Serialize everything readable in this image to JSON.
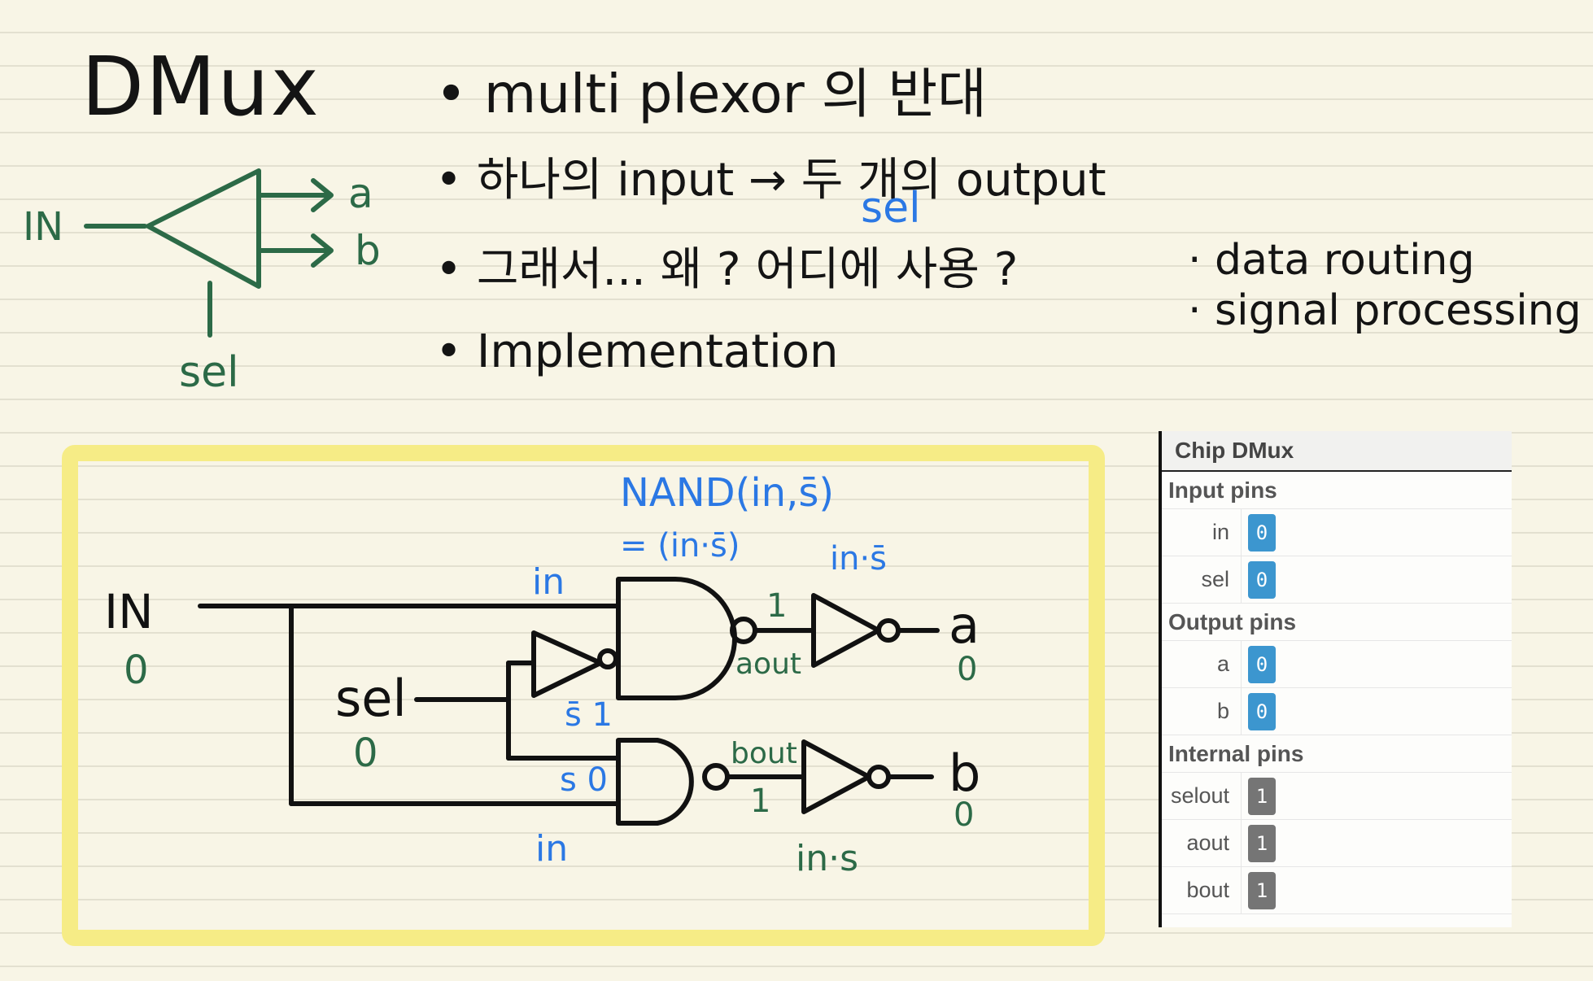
{
  "title": "DMux",
  "bullets": [
    "• multi plexor 의 반대",
    "• 하나의 input → 두 개의 output",
    "• 그래서... 왜 ? 어디에 사용 ?",
    "• Implementation"
  ],
  "sel_note": "sel",
  "uses": [
    "· data routing",
    "· signal processing"
  ],
  "symbol": {
    "in": "IN",
    "a": "a",
    "b": "b",
    "sel": "sel"
  },
  "circuit": {
    "in_label": "IN",
    "in_value": "0",
    "sel_label": "sel",
    "sel_value": "0",
    "a_label": "a",
    "a_value": "0",
    "b_label": "b",
    "b_value": "0",
    "nand_note_1": "NAND(in,s̄)",
    "nand_note_2": "= (in·s̄)",
    "wire_in_top": "in",
    "wire_in_bottom": "in",
    "not_sel": "s̄ 1",
    "sel_wire": "s 0",
    "aout_val": "1",
    "aout": "aout",
    "bout": "bout",
    "bout_val": "1",
    "a_expr": "in·s̄",
    "b_expr": "in·s"
  },
  "chip": {
    "title": "Chip DMux",
    "input_title": "Input pins",
    "inputs": [
      {
        "name": "in",
        "value": "0"
      },
      {
        "name": "sel",
        "value": "0"
      }
    ],
    "output_title": "Output pins",
    "outputs": [
      {
        "name": "a",
        "value": "0"
      },
      {
        "name": "b",
        "value": "0"
      }
    ],
    "internal_title": "Internal pins",
    "internals": [
      {
        "name": "selout",
        "value": "1"
      },
      {
        "name": "aout",
        "value": "1"
      },
      {
        "name": "bout",
        "value": "1"
      }
    ]
  },
  "colors": {
    "ink": "#141414",
    "blue": "#2b78e4",
    "green": "#2c6a47",
    "highlight": "#f6ec86"
  }
}
